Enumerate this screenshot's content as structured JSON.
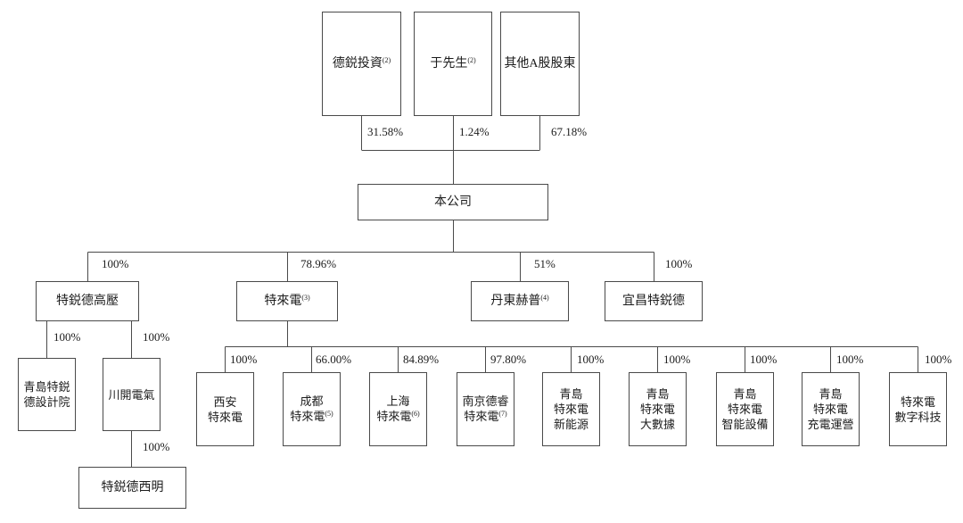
{
  "diagram": {
    "title": "shareholding-structure-chart",
    "colors": {
      "line": "#4a4a4a",
      "text": "#1c1c1c",
      "background": "#ffffff"
    },
    "top_shareholders": [
      {
        "name": "德鋭投資",
        "sup": "(2)",
        "pct": "31.58%"
      },
      {
        "name": "于先生",
        "sup": "(2)",
        "pct": "1.24%"
      },
      {
        "name": "其他A股股東",
        "sup": "",
        "pct": "67.18%"
      }
    ],
    "company": {
      "name": "本公司"
    },
    "subsidiaries": [
      {
        "name": "特鋭德高壓",
        "sup": "",
        "pct": "100%"
      },
      {
        "name": "特來電",
        "sup": "(3)",
        "pct": "78.96%"
      },
      {
        "name": "丹東赫普",
        "sup": "(4)",
        "pct": "51%"
      },
      {
        "name": "宜昌特鋭德",
        "sup": "",
        "pct": "100%"
      }
    ],
    "gaoya_children": [
      {
        "lines": [
          "青島特鋭",
          "德設計院"
        ],
        "sup": "",
        "pct": "100%"
      },
      {
        "lines": [
          "川開電氣"
        ],
        "sup": "",
        "pct": "100%"
      }
    ],
    "chuankai_child": {
      "lines": [
        "特鋭德西明"
      ],
      "sup": "",
      "pct": "100%"
    },
    "teld_children": [
      {
        "lines": [
          "西安",
          "特來電"
        ],
        "sup": "",
        "pct": "100%"
      },
      {
        "lines": [
          "成都",
          "特來電"
        ],
        "sup": "(5)",
        "pct": "66.00%"
      },
      {
        "lines": [
          "上海",
          "特來電"
        ],
        "sup": "(6)",
        "pct": "84.89%"
      },
      {
        "lines": [
          "南京德睿",
          "特來電"
        ],
        "sup": "(7)",
        "pct": "97.80%"
      },
      {
        "lines": [
          "青島",
          "特來電",
          "新能源"
        ],
        "sup": "",
        "pct": "100%"
      },
      {
        "lines": [
          "青島",
          "特來電",
          "大數據"
        ],
        "sup": "",
        "pct": "100%"
      },
      {
        "lines": [
          "青島",
          "特來電",
          "智能設備"
        ],
        "sup": "",
        "pct": "100%"
      },
      {
        "lines": [
          "青島",
          "特來電",
          "充電運營"
        ],
        "sup": "",
        "pct": "100%"
      },
      {
        "lines": [
          "特來電",
          "數字科技"
        ],
        "sup": "",
        "pct": "100%"
      }
    ]
  }
}
